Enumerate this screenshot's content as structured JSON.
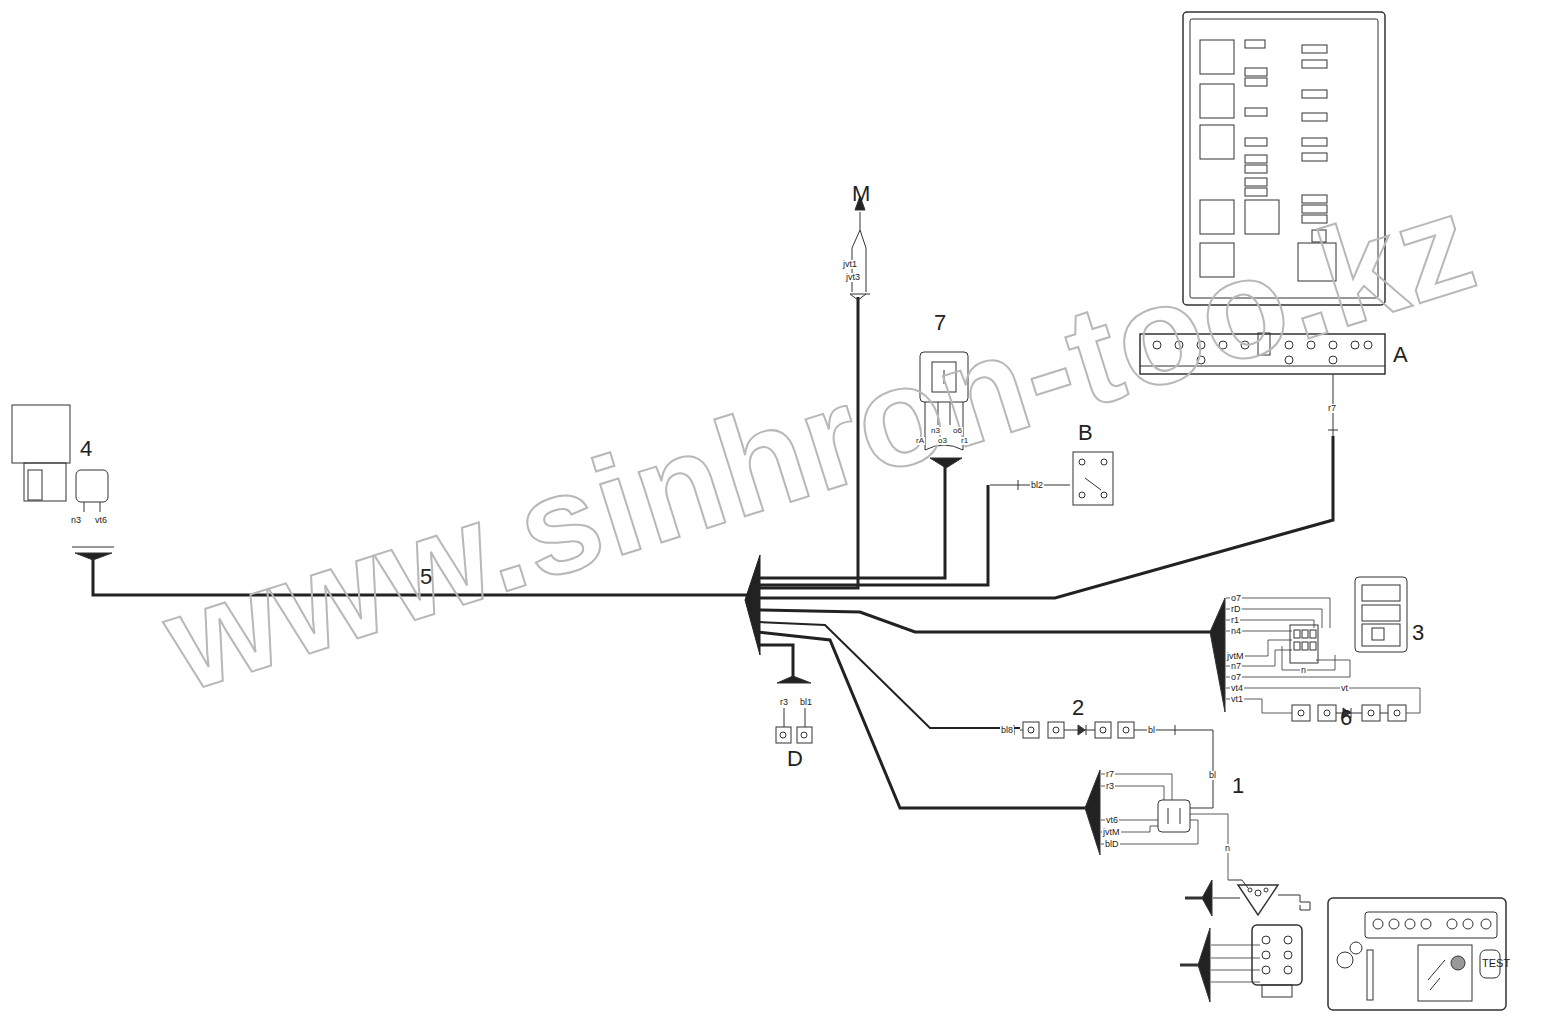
{
  "diagram": {
    "labels": [
      "www.sinhron-too.kz",
      "M",
      "jvt1",
      "jvt3",
      "7",
      "n3",
      "o6",
      "rA",
      "o3",
      "r1",
      "B",
      "bl2",
      "A",
      "r7",
      "4",
      "n3",
      "vt6",
      "5",
      "o7",
      "rD",
      "r1",
      "n4",
      "jvtM",
      "n7",
      "o7",
      "vt4",
      "vt1",
      "n",
      "vt",
      "3",
      "6",
      "r3",
      "bl1",
      "D",
      "2",
      "bl8",
      "bl",
      "1",
      "bl",
      "r7",
      "r3",
      "vt6",
      "jvtM",
      "blD",
      "n",
      "TEST"
    ]
  }
}
